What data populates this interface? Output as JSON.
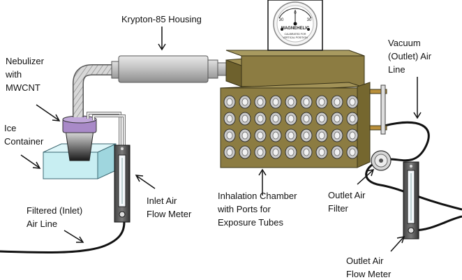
{
  "labels": {
    "krypton_housing": "Krypton-85 Housing",
    "nebulizer": [
      "Nebulizer",
      "with",
      "MWCNT"
    ],
    "ice_container": [
      "Ice",
      "Container"
    ],
    "filtered_inlet_air_line": [
      "Filtered (Inlet)",
      "Air Line"
    ],
    "inlet_air_flow_meter": [
      "Inlet Air",
      "Flow Meter"
    ],
    "inhalation_chamber": [
      "Inhalation Chamber",
      "with Ports for",
      "Exposure Tubes"
    ],
    "outlet_air_filter": [
      "Outlet Air",
      "Filter"
    ],
    "vacuum_outlet_air_line": [
      "Vacuum",
      "(Outlet) Air",
      "Line"
    ],
    "outlet_air_flow_meter": [
      "Outlet Air",
      "Flow Meter"
    ]
  },
  "gauge": {
    "brand": "MAGNEHELIC",
    "scale_left": "30",
    "scale_center": "0",
    "scale_right": "30",
    "sub_line1": "CALIBRATED FOR",
    "sub_line2": "VERTICAL POSITION"
  },
  "colors": {
    "chamber": "#8c7c42",
    "chamber_top": "#7a6b36",
    "ice": "#c8eef2",
    "nebulizer_cap": "#a98ac8",
    "cylinder": "#bdbdbd",
    "hose": "#d0d0d0"
  }
}
